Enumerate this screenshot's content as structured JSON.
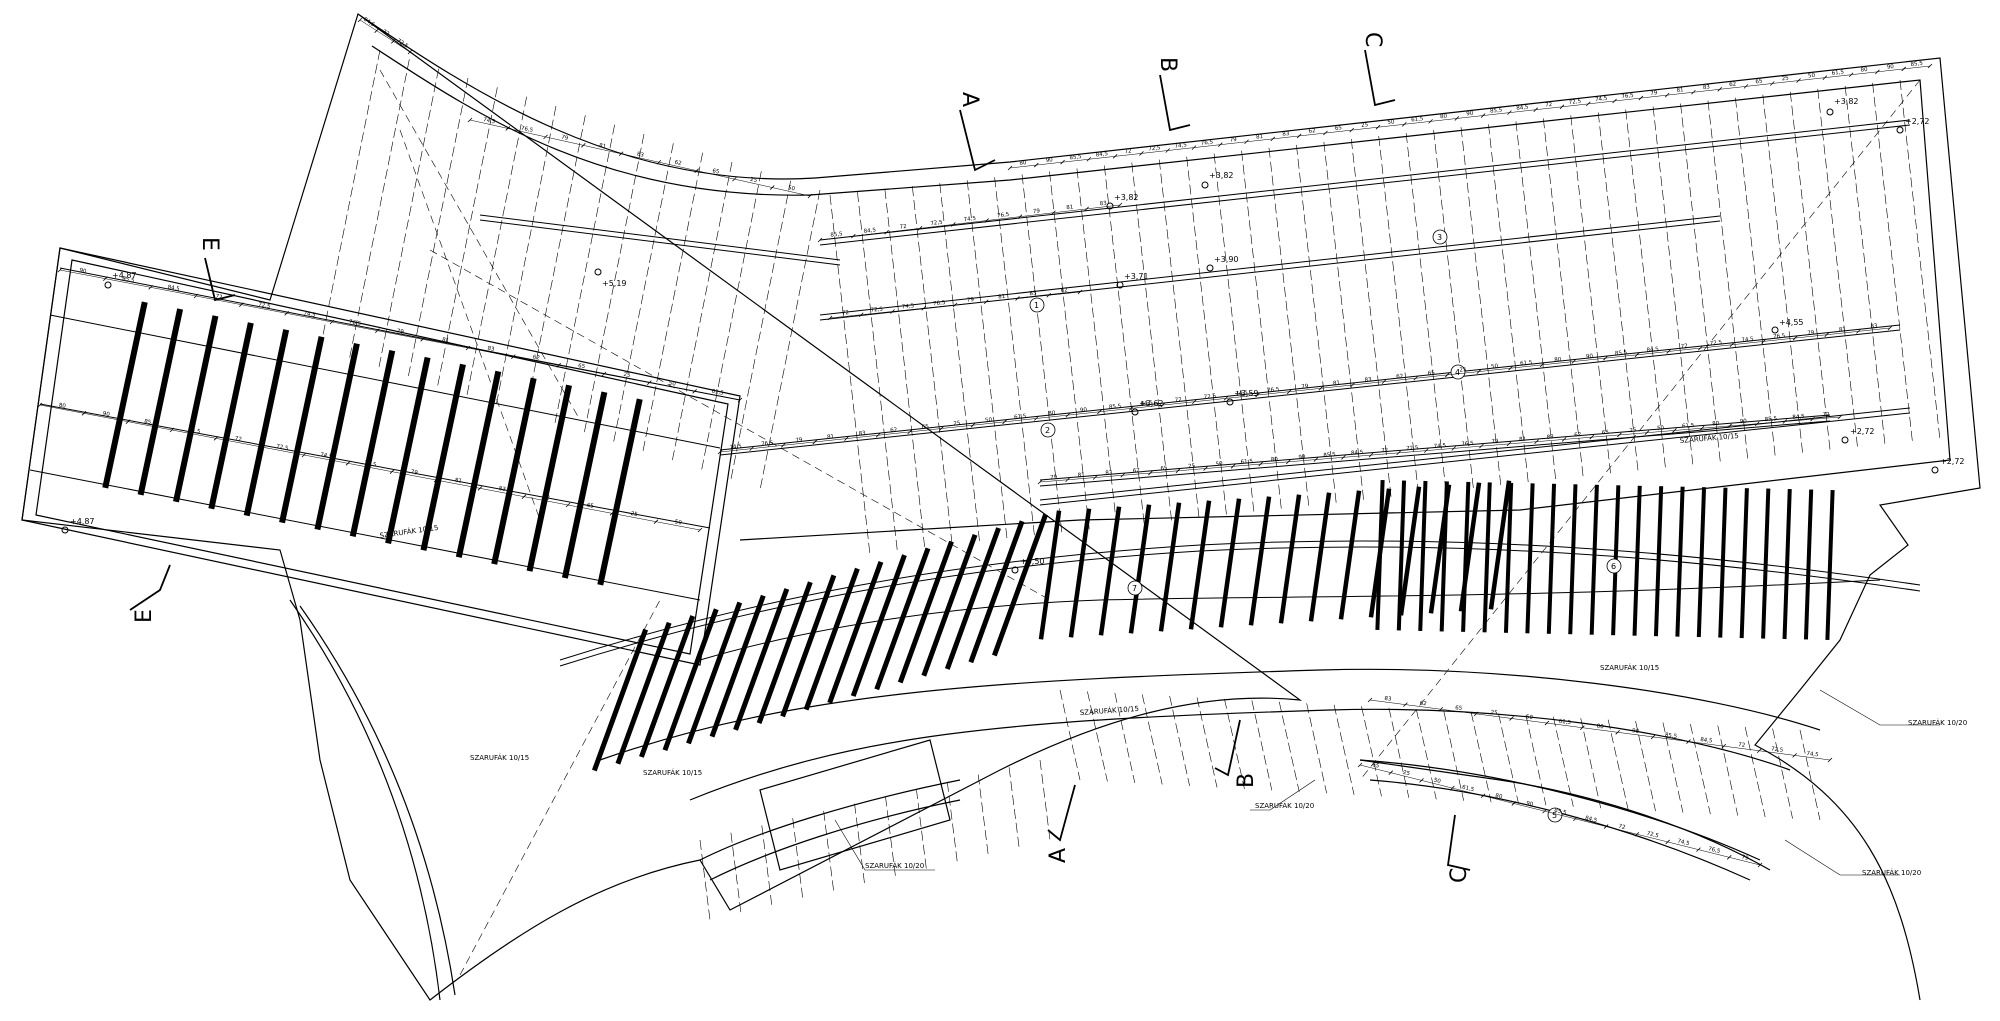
{
  "section_marks": [
    "A",
    "B",
    "C",
    "E"
  ],
  "elevations": [
    "+4,87",
    "+4,87",
    "+5,19",
    "+3,82",
    "+3,82",
    "+3,82",
    "+3,71",
    "+3,90",
    "+3,62",
    "+3,59",
    "+4,55",
    "+2,72",
    "+2,72",
    "+2,72",
    "+3,50"
  ],
  "labels": {
    "rafter_10_15": "SZARUFÁK 10/15",
    "rafter_10_20": "SZARUFÁK 10/20"
  },
  "axis_numbers": [
    "1",
    "2",
    "3",
    "4",
    "5",
    "6",
    "7"
  ],
  "dimension_values": [
    "80",
    "90",
    "85,5",
    "84,5",
    "72",
    "72,5",
    "74,5",
    "76,5",
    "79",
    "81",
    "83",
    "62",
    "65",
    "25",
    "50",
    "61,5"
  ],
  "colors": {
    "line": "#000000",
    "background": "#ffffff"
  }
}
